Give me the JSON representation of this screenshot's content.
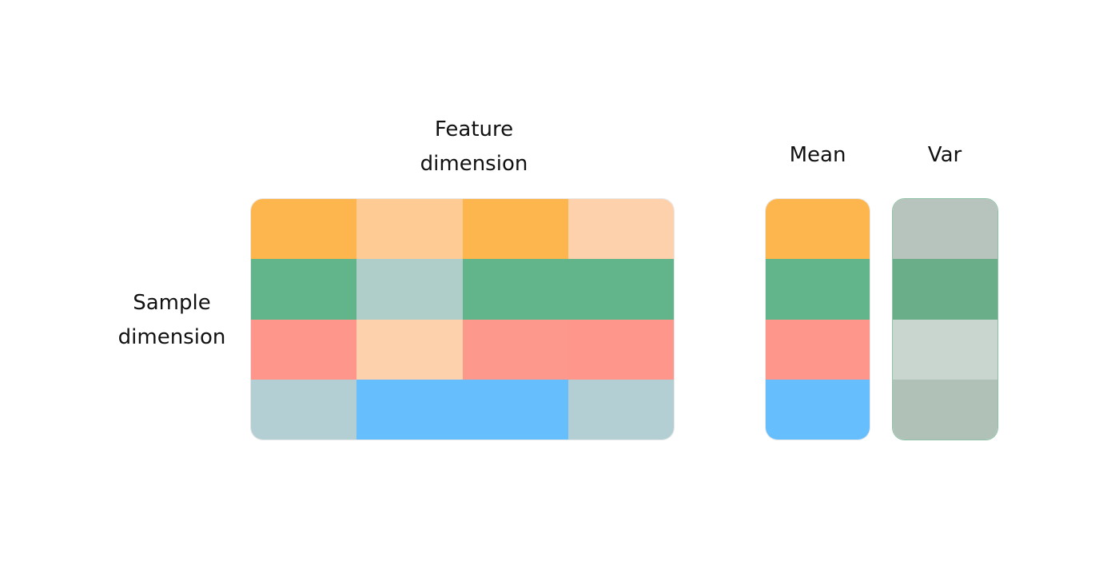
{
  "labels": {
    "feature_line1": "Feature",
    "feature_line2": "dimension",
    "sample_line1": "Sample",
    "sample_line2": "dimension",
    "mean": "Mean",
    "var": "Var"
  },
  "matrix": [
    [
      "#FDB54E",
      "#FDCB93",
      "#FDB54E",
      "#FED1AD"
    ],
    [
      "#62B48A",
      "#B0CEC9",
      "#62B48A",
      "#62B48A"
    ],
    [
      "#FE968B",
      "#FED1AD",
      "#FD988C",
      "#FE968B"
    ],
    [
      "#B4CFD4",
      "#66BEFD",
      "#66BEFD",
      "#B4CFD4"
    ]
  ],
  "mean": [
    "#FDB54E",
    "#62B48A",
    "#FE968B",
    "#66BEFD"
  ],
  "var": [
    "#B7C4BE",
    "#6AAE89",
    "#C9D5CF",
    "#B0C2B8"
  ]
}
